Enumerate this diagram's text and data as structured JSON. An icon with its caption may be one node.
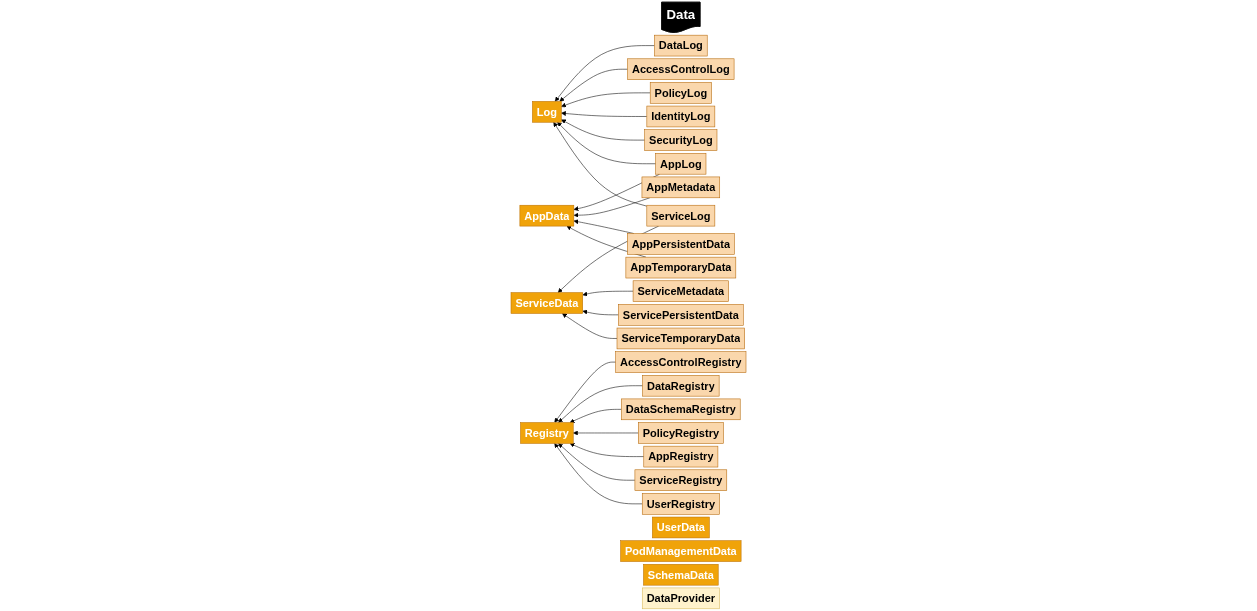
{
  "diagram": {
    "nodes": [
      {
        "text": [
          "Data"
        ]
      },
      {
        "text": [
          "Log"
        ]
      },
      {
        "text": [
          "DataLog"
        ]
      },
      {
        "text": [
          "AccessControlLog"
        ]
      },
      {
        "text": [
          "PolicyLog"
        ]
      },
      {
        "text": [
          "IdentityLog"
        ]
      },
      {
        "text": [
          "SecurityLog"
        ]
      },
      {
        "text": [
          "AppLog"
        ]
      },
      {
        "text": [
          "ServiceLog"
        ]
      },
      {
        "text": [
          "AppData"
        ]
      },
      {
        "text": [
          "AppMetadata"
        ]
      },
      {
        "text": [
          "AppPersistentData"
        ]
      },
      {
        "text": [
          "AppTemporaryData"
        ]
      },
      {
        "text": [
          "ServiceData"
        ]
      },
      {
        "text": [
          "ServiceMetadata"
        ]
      },
      {
        "text": [
          "ServicePersistentData"
        ]
      },
      {
        "text": [
          "ServiceTemporaryData"
        ]
      },
      {
        "text": [
          "Registry"
        ]
      },
      {
        "text": [
          "AccessControlRegistry"
        ]
      },
      {
        "text": [
          "DataRegistry"
        ]
      },
      {
        "text": [
          "DataSchemaRegistry"
        ]
      },
      {
        "text": [
          "PolicyRegistry"
        ]
      },
      {
        "text": [
          "AppRegistry"
        ]
      },
      {
        "text": [
          "ServiceRegistry"
        ]
      },
      {
        "text": [
          "UserRegistry"
        ]
      },
      {
        "text": [
          "UserData"
        ]
      },
      {
        "text": [
          "PodManagementData"
        ]
      },
      {
        "text": [
          "SchemaData"
        ]
      },
      {
        "text": [
          "DataProvider"
        ]
      }
    ],
    "edges": [
      {
        "from": 2,
        "to": 1,
        "arrow": "to"
      },
      {
        "from": 3,
        "to": 1,
        "arrow": "to"
      },
      {
        "from": 4,
        "to": 1,
        "arrow": "to"
      },
      {
        "from": 5,
        "to": 1,
        "arrow": "to"
      },
      {
        "from": 6,
        "to": 1,
        "arrow": "to"
      },
      {
        "from": 7,
        "to": 1,
        "arrow": "to"
      },
      {
        "from": 8,
        "to": 1,
        "arrow": "to"
      },
      {
        "from": 7,
        "to": 9,
        "arrow": "to"
      },
      {
        "from": 8,
        "to": 13,
        "arrow": "to"
      },
      {
        "from": 10,
        "to": 9,
        "arrow": "to"
      },
      {
        "from": 11,
        "to": 9,
        "arrow": "to"
      },
      {
        "from": 12,
        "to": 9,
        "arrow": "to"
      },
      {
        "from": 14,
        "to": 13,
        "arrow": "to"
      },
      {
        "from": 15,
        "to": 13,
        "arrow": "to"
      },
      {
        "from": 16,
        "to": 13,
        "arrow": "to"
      },
      {
        "from": 18,
        "to": 17,
        "arrow": "to"
      },
      {
        "from": 19,
        "to": 17,
        "arrow": "to"
      },
      {
        "from": 20,
        "to": 17,
        "arrow": "to"
      },
      {
        "from": 21,
        "to": 17,
        "arrow": "to"
      },
      {
        "from": 22,
        "to": 17,
        "arrow": "to"
      },
      {
        "from": 23,
        "to": 17,
        "arrow": "to"
      },
      {
        "from": 24,
        "to": 17,
        "arrow": "to"
      }
    ]
  }
}
